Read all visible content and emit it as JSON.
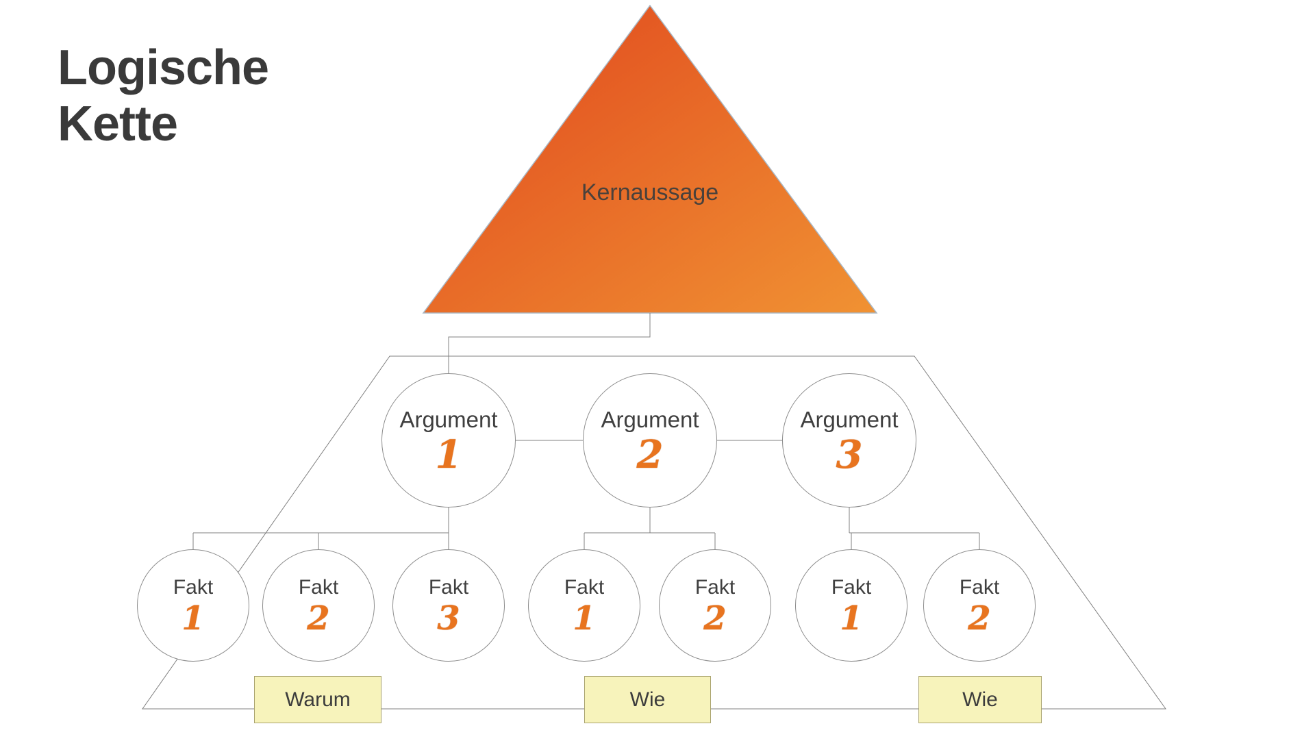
{
  "title": "Logische Kette",
  "pyramid": {
    "label": "Kernaussage"
  },
  "arguments": [
    {
      "label": "Argument",
      "number": "1"
    },
    {
      "label": "Argument",
      "number": "2"
    },
    {
      "label": "Argument",
      "number": "3"
    }
  ],
  "facts": [
    {
      "label": "Fakt",
      "number": "1"
    },
    {
      "label": "Fakt",
      "number": "2"
    },
    {
      "label": "Fakt",
      "number": "3"
    },
    {
      "label": "Fakt",
      "number": "1"
    },
    {
      "label": "Fakt",
      "number": "2"
    },
    {
      "label": "Fakt",
      "number": "1"
    },
    {
      "label": "Fakt",
      "number": "2"
    }
  ],
  "question_boxes": [
    {
      "label": "Warum"
    },
    {
      "label": "Wie"
    },
    {
      "label": "Wie"
    }
  ],
  "colors": {
    "triangle_gradient_start": "#e0451d",
    "triangle_gradient_end": "#f09233",
    "numeral_orange": "#e8741f",
    "question_box_fill": "#f7f3bb",
    "line_gray": "#808080",
    "title_text": "#3a3a3a"
  }
}
